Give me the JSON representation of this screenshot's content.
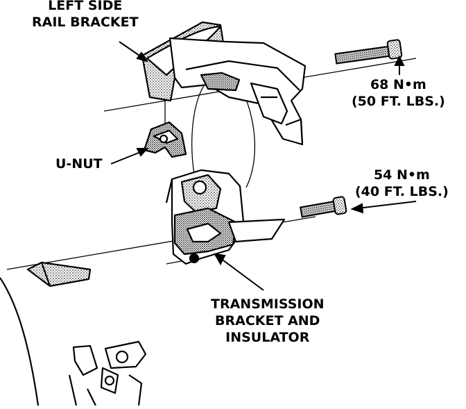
{
  "labels": {
    "rail_bracket": {
      "line1": "LEFT SIDE",
      "line2": "RAIL BRACKET"
    },
    "u_nut": "U-NUT",
    "upper_torque": {
      "metric": "68 N•m",
      "imperial": "(50 FT. LBS.)"
    },
    "lower_torque": {
      "metric": "54 N•m",
      "imperial": "(40 FT. LBS.)"
    },
    "trans_bracket": {
      "line1": "TRANSMISSION",
      "line2": "BRACKET AND",
      "line3": "INSULATOR"
    }
  },
  "colors": {
    "ink": "#000000",
    "paper": "#ffffff",
    "shade": "#9a9a9a"
  },
  "components": [
    "left-side-rail-bracket",
    "upper-bolt",
    "u-nut",
    "transmission-bracket-and-insulator",
    "lower-bolt",
    "transmission-case"
  ]
}
